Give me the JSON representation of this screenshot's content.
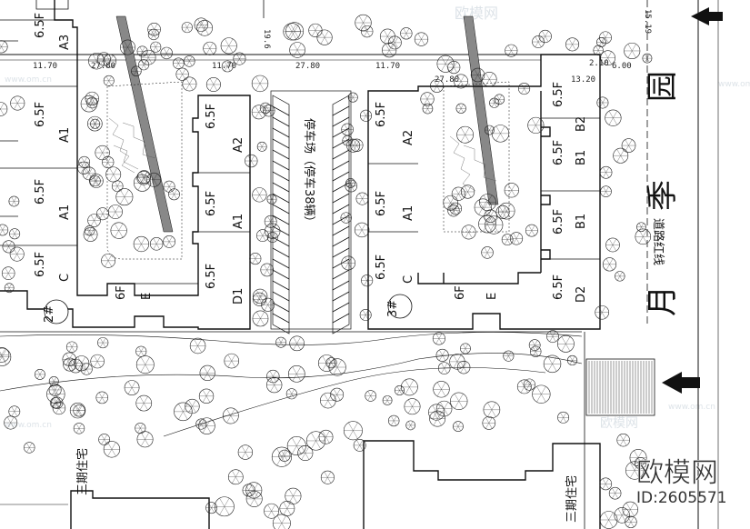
{
  "road_name": [
    "月",
    "季",
    "园"
  ],
  "red_line_label": "道路红线",
  "parking_label": "停车场（停车38辆）",
  "dimensions": {
    "top_left": [
      "11.70",
      "27.80",
      "11.70",
      "27.80",
      "11.70",
      "27.80"
    ],
    "top_right": [
      "2.10",
      "6.00"
    ],
    "right_small": "13.20",
    "vertical_a": "19.6",
    "vertical_b": "15.19"
  },
  "building_2": {
    "number": "2#",
    "left_units": [
      {
        "floors": "6.5F",
        "type": "A3"
      },
      {
        "floors": "6.5F",
        "type": "A1"
      },
      {
        "floors": "6.5F",
        "type": "A1"
      },
      {
        "floors": "6.5F",
        "type": "C"
      }
    ],
    "right_units": [
      {
        "floors": "6.5F",
        "type": "A2"
      },
      {
        "floors": "6.5F",
        "type": "A1"
      },
      {
        "floors": "6.5F",
        "type": "D1"
      }
    ],
    "bottom_unit": {
      "floors": "6F",
      "type": "E"
    }
  },
  "building_3": {
    "number": "3#",
    "left_units": [
      {
        "floors": "6.5F",
        "type": "A2"
      },
      {
        "floors": "6.5F",
        "type": "A1"
      },
      {
        "floors": "6.5F",
        "type": "C"
      }
    ],
    "right_units": [
      {
        "floors": "6.5F",
        "type": "B2"
      },
      {
        "floors": "6.5F",
        "type": "B1"
      },
      {
        "floors": "6.5F",
        "type": "B1"
      },
      {
        "floors": "6.5F",
        "type": "D2"
      }
    ],
    "bottom_unit": {
      "floors": "6F",
      "type": "E"
    }
  },
  "phase3_label": "三期住宅",
  "watermark": {
    "brand": "欧模网",
    "id": "ID:2605571",
    "url": "www.om.cn"
  },
  "colors": {
    "line": "#111111",
    "tree": "#222222",
    "watermark": "#dde3e8"
  }
}
